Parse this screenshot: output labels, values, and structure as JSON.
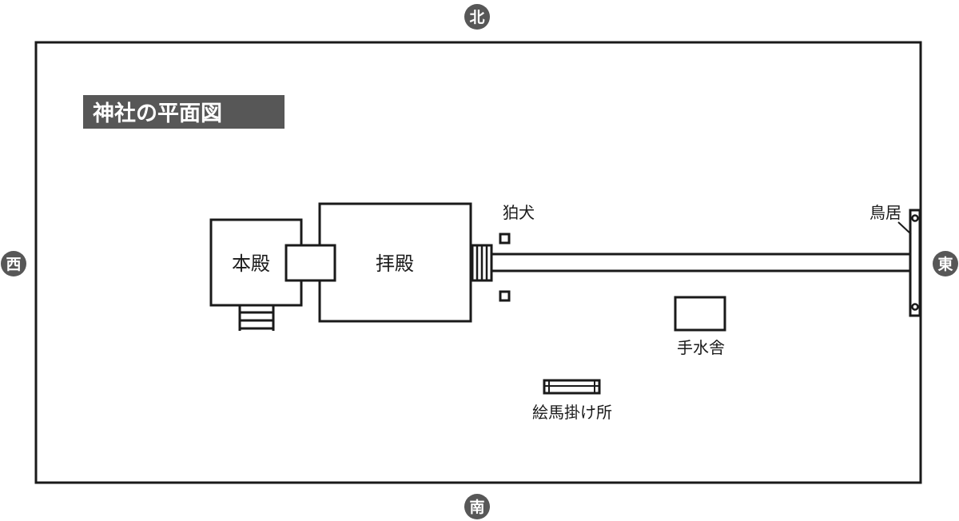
{
  "title": "神社の平面図",
  "compass": {
    "north": "北",
    "south": "南",
    "west": "西",
    "east": "東"
  },
  "labels": {
    "honden": "本殿",
    "haiden": "拝殿",
    "komainu": "狛犬",
    "torii": "鳥居",
    "chozuya": "手水舎",
    "emakake": "絵馬掛け所"
  },
  "colors": {
    "line": "#1a1a1a",
    "compass_fill": "#575757",
    "title_fill": "#575757",
    "background": "#ffffff"
  }
}
